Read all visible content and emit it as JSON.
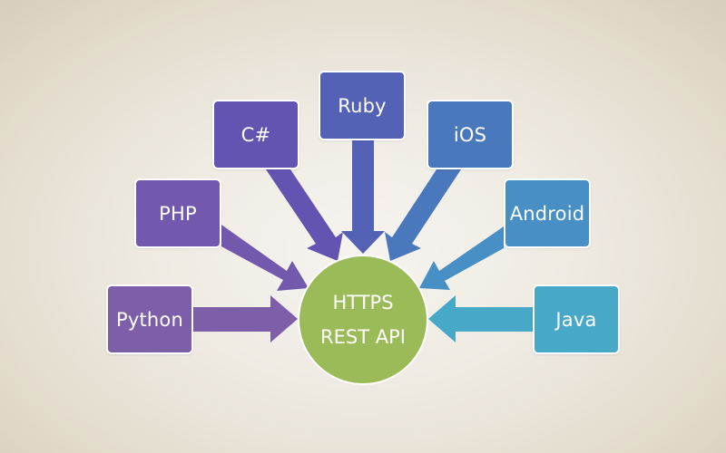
{
  "hub": {
    "line1": "HTTPS",
    "line2": "REST API",
    "color": "#9bbb59"
  },
  "nodes": [
    {
      "id": "python",
      "label": "Python",
      "color": "#7c5fa8"
    },
    {
      "id": "php",
      "label": "PHP",
      "color": "#7259ad"
    },
    {
      "id": "csharp",
      "label": "C#",
      "color": "#6354b1"
    },
    {
      "id": "ruby",
      "label": "Ruby",
      "color": "#5362b5"
    },
    {
      "id": "ios",
      "label": "iOS",
      "color": "#4a78bd"
    },
    {
      "id": "android",
      "label": "Android",
      "color": "#478fc4"
    },
    {
      "id": "java",
      "label": "Java",
      "color": "#48a8c7"
    }
  ],
  "edges": [
    {
      "from": "python",
      "to": "hub"
    },
    {
      "from": "php",
      "to": "hub"
    },
    {
      "from": "csharp",
      "to": "hub"
    },
    {
      "from": "ruby",
      "to": "hub"
    },
    {
      "from": "ios",
      "to": "hub"
    },
    {
      "from": "android",
      "to": "hub"
    },
    {
      "from": "java",
      "to": "hub"
    }
  ]
}
